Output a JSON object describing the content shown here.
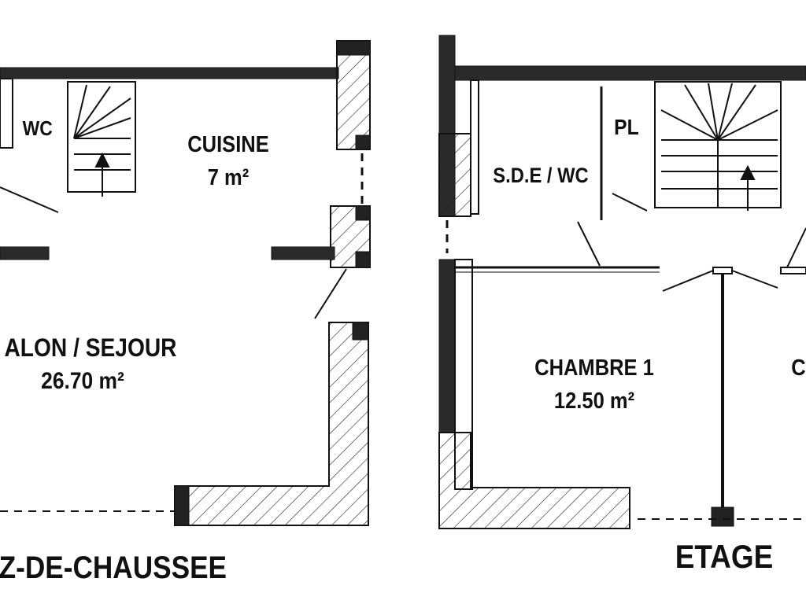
{
  "ground_floor": {
    "title": "Z-DE-CHAUSSEE",
    "rooms": {
      "wc": "WC",
      "cuisine_name": "CUISINE",
      "cuisine_area": "7 m²",
      "salon_name": "ALON / SEJOUR",
      "salon_area": "26.70 m²"
    }
  },
  "upper_floor": {
    "title": "ETAGE",
    "rooms": {
      "pl": "PL",
      "sde": "S.D.E / WC",
      "chambre1_name": "CHAMBRE 1",
      "chambre1_area": "12.50 m²",
      "chambre2_partial": "C"
    }
  }
}
